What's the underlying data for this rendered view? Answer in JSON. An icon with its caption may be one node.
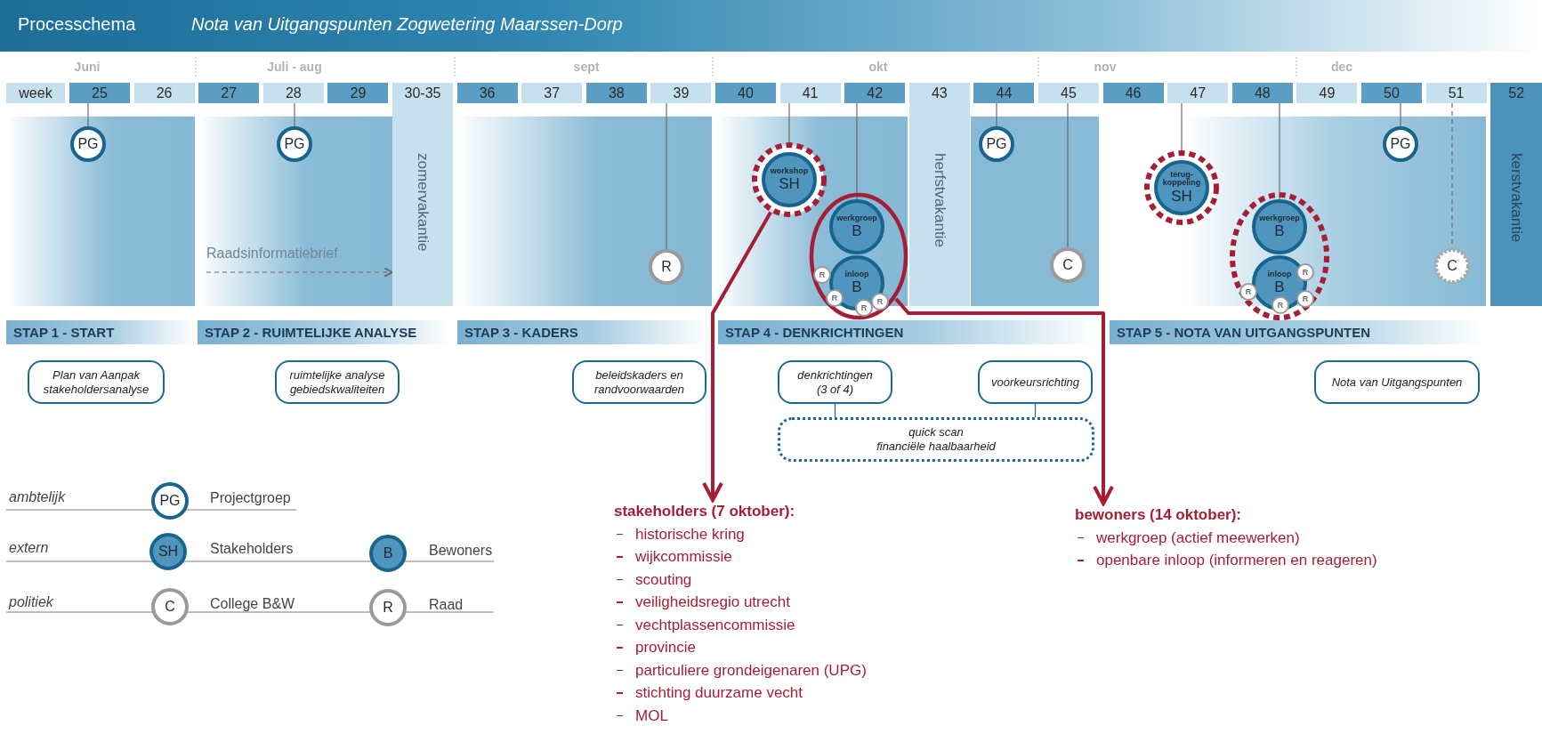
{
  "diagram": {
    "title": "Processchema",
    "nodes": [
      {
        "text": [
          "week"
        ]
      },
      {
        "text": [
          "25"
        ]
      },
      {
        "text": [
          "26"
        ]
      },
      {
        "text": [
          "27"
        ]
      },
      {
        "text": [
          "28"
        ]
      },
      {
        "text": [
          "29"
        ]
      },
      {
        "text": [
          "30-35",
          "zomervakantie"
        ]
      },
      {
        "text": [
          "36"
        ]
      },
      {
        "text": [
          "37"
        ]
      },
      {
        "text": [
          "38"
        ]
      },
      {
        "text": [
          "39"
        ]
      },
      {
        "text": [
          "40"
        ]
      },
      {
        "text": [
          "41"
        ]
      },
      {
        "text": [
          "42"
        ]
      },
      {
        "text": [
          "43",
          "herfstvakantie"
        ]
      },
      {
        "text": [
          "44"
        ]
      },
      {
        "text": [
          "45"
        ]
      },
      {
        "text": [
          "46"
        ]
      },
      {
        "text": [
          "47"
        ]
      },
      {
        "text": [
          "48"
        ]
      },
      {
        "text": [
          "49"
        ]
      },
      {
        "text": [
          "50"
        ]
      },
      {
        "text": [
          "51"
        ]
      },
      {
        "text": [
          "52",
          "kerstvakantie"
        ]
      },
      {
        "text": [
          "PG"
        ]
      },
      {
        "text": [
          "PG"
        ]
      },
      {
        "text": [
          "Raadsinformatiebrief"
        ]
      },
      {
        "text": [
          "R"
        ]
      },
      {
        "text": [
          "workshop",
          "SH"
        ]
      },
      {
        "text": [],
        "shape": "ellipse"
      },
      {
        "text": [
          "werkgroep",
          "B"
        ],
        "in": 29
      },
      {
        "text": [
          "inloop",
          "B"
        ],
        "in": 29
      },
      {
        "text": [
          "R"
        ],
        "in": 29
      },
      {
        "text": [
          "R"
        ],
        "in": 29
      },
      {
        "text": [
          "R"
        ],
        "in": 29
      },
      {
        "text": [
          "R"
        ],
        "in": 29
      },
      {
        "text": [
          "PG"
        ]
      },
      {
        "text": [
          "C"
        ]
      },
      {
        "text": [
          "terug- koppeling",
          "SH"
        ]
      },
      {
        "text": [],
        "shape": "ellipse"
      },
      {
        "text": [
          "werkgroep",
          "B"
        ],
        "in": 39
      },
      {
        "text": [
          "inloop",
          "B"
        ],
        "in": 39
      },
      {
        "text": [
          "R"
        ],
        "in": 39
      },
      {
        "text": [
          "R"
        ],
        "in": 39
      },
      {
        "text": [
          "R"
        ],
        "in": 39
      },
      {
        "text": [
          "R"
        ],
        "in": 39
      },
      {
        "text": [
          "PG"
        ]
      },
      {
        "text": [
          "C"
        ]
      },
      {
        "text": [
          "STAP 1 - START"
        ]
      },
      {
        "text": [
          "STAP 2 - RUIMTELIJKE ANALYSE"
        ]
      },
      {
        "text": [
          "STAP 3 - KADERS"
        ]
      },
      {
        "text": [
          "STAP 4 - DENKRICHTINGEN"
        ]
      },
      {
        "text": [
          "STAP 5 - NOTA VAN UITGANGSPUNTEN"
        ]
      },
      {
        "text": [
          "Plan van Aanpak stakeholdersanalyse"
        ]
      },
      {
        "text": [
          "ruimtelijke analyse gebiedskwaliteiten"
        ]
      },
      {
        "text": [
          "beleidskaders en randvoorwaarden"
        ]
      },
      {
        "text": [
          "denkrichtingen (3 of 4)"
        ]
      },
      {
        "text": [
          "voorkeursrichting"
        ]
      },
      {
        "text": [
          "Nota van Uitgangspunten"
        ]
      },
      {
        "text": [
          "quick scan",
          "financiële haalbaarheid"
        ]
      },
      {
        "text": [
          "stakeholders (7 oktober):",
          "historische kring",
          "wijkcommissie",
          "scouting",
          "veiligheidsregio utrecht",
          "vechtplassencommissie",
          "provincie",
          "particuliere grondeigenaren (UPG)",
          "stichting duurzame vecht",
          "MOL"
        ]
      },
      {
        "text": [
          "bewoners (14 oktober):",
          "werkgroep (actief meewerken)",
          "openbare inloop (informeren en reageren)"
        ]
      },
      {
        "text": [
          "PG"
        ],
        "beside": [
          "Projectgroep"
        ]
      },
      {
        "text": [
          "SH"
        ],
        "beside": [
          "Stakeholders"
        ]
      },
      {
        "text": [
          "B"
        ],
        "beside": [
          "Bewoners"
        ]
      },
      {
        "text": [
          "C"
        ],
        "beside": [
          "College B&W"
        ]
      },
      {
        "text": [
          "R"
        ],
        "beside": [
          "Raad"
        ]
      }
    ],
    "edges": [
      {
        "from": 1,
        "to": 24,
        "arrow": "none"
      },
      {
        "from": 4,
        "to": 25,
        "arrow": "none"
      },
      {
        "from": 26,
        "to": 6,
        "arrow": "to",
        "style": "dashed"
      },
      {
        "from": 10,
        "to": 27,
        "arrow": "none"
      },
      {
        "from": 12,
        "to": 28,
        "arrow": "none"
      },
      {
        "from": 13,
        "to": 30,
        "arrow": "none"
      },
      {
        "from": 15,
        "to": 36,
        "arrow": "none"
      },
      {
        "from": 16,
        "to": 37,
        "arrow": "none"
      },
      {
        "from": 18,
        "to": 38,
        "arrow": "none"
      },
      {
        "from": 19,
        "to": 40,
        "arrow": "none"
      },
      {
        "from": 21,
        "to": 46,
        "arrow": "none"
      },
      {
        "from": 22,
        "to": 47,
        "arrow": "none",
        "style": "dashed"
      },
      {
        "from": 56,
        "to": 59,
        "arrow": "none",
        "color": "#1a6a94"
      },
      {
        "from": 57,
        "to": 59,
        "arrow": "none",
        "color": "#1a6a94"
      },
      {
        "from": 28,
        "to": 60,
        "arrow": "to",
        "style": "thick",
        "color": "#a51e36"
      },
      {
        "from": 29,
        "to": 61,
        "arrow": "to",
        "style": "thick",
        "color": "#a51e36"
      }
    ],
    "labels": [
      "Nota van Uitgangspunten Zogwetering Maarssen-Dorp",
      "Juni",
      "Juli - aug",
      "sept",
      "okt",
      "nov",
      "dec",
      "ambtelijk",
      "extern",
      "politiek"
    ]
  }
}
